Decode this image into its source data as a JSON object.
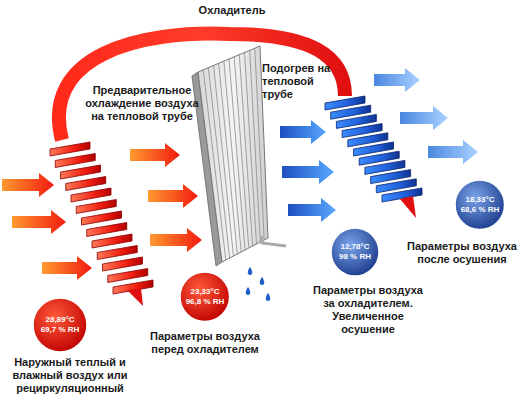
{
  "diagram": {
    "nodes": [
      {
        "text": [
          "28,89°C",
          "69,7 % RH"
        ]
      },
      {
        "text": [
          "23,33°C",
          "96,8 % RH"
        ]
      },
      {
        "text": [
          "12,78°C",
          "98 % RH"
        ]
      },
      {
        "text": [
          "18,33°C",
          "68,6 % RH"
        ]
      }
    ],
    "labels": [
      "Охладитель",
      "Предварительное охлаждение воздуха на тепловой трубе",
      "Подогрев на тепловой трубе",
      "Наружный теплый и влажный воздух или рециркуляционный",
      "Параметры воздуха перед охладителем",
      "Параметры воздуха за охладителем. Увеличенное осушение",
      "Параметры воздуха после осушения"
    ]
  }
}
